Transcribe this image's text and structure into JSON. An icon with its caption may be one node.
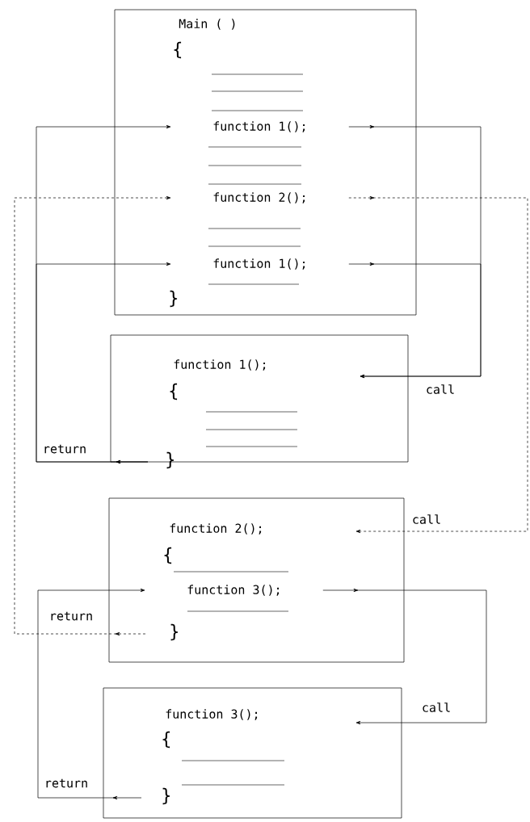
{
  "diagram": {
    "nodes": [
      {
        "text": [
          "Main ( )",
          "{",
          "}"
        ]
      },
      {
        "text": [
          "function 1();"
        ],
        "in": 0
      },
      {
        "text": [
          "function 2();"
        ],
        "in": 0
      },
      {
        "text": [
          "function 1();"
        ],
        "in": 0
      },
      {
        "text": [
          "function 1();",
          "{",
          "}"
        ]
      },
      {
        "text": [
          "function 2();",
          "{",
          "}"
        ]
      },
      {
        "text": [
          "function 3();"
        ],
        "in": 5
      },
      {
        "text": [
          "function 3();",
          "{",
          "}"
        ]
      }
    ],
    "edges": [
      {
        "from": 1,
        "to": 4,
        "arrow": "to",
        "label": "call"
      },
      {
        "from": 3,
        "to": 4,
        "arrow": "to"
      },
      {
        "from": 4,
        "to": 1,
        "arrow": "to",
        "label": "return"
      },
      {
        "from": 4,
        "to": 3,
        "arrow": "to"
      },
      {
        "from": 2,
        "to": 5,
        "arrow": "to",
        "label": "call",
        "style": "dashed"
      },
      {
        "from": 5,
        "to": 2,
        "arrow": "to",
        "label": "return",
        "style": "dashed"
      },
      {
        "from": 6,
        "to": 7,
        "arrow": "to",
        "label": "call"
      },
      {
        "from": 7,
        "to": 6,
        "arrow": "to",
        "label": "return"
      }
    ]
  }
}
